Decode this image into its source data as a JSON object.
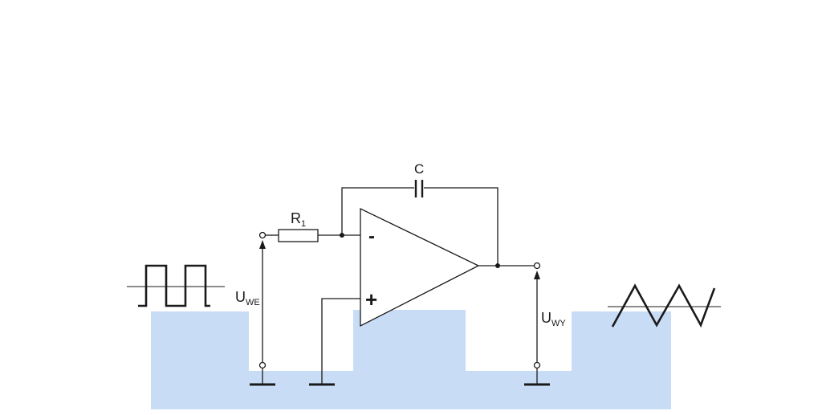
{
  "labels": {
    "capacitor": "C",
    "resistor_main": "R",
    "resistor_sub": "1",
    "input_voltage_main": "U",
    "input_voltage_sub": "WE",
    "output_voltage_main": "U",
    "output_voltage_sub": "WY",
    "inverting_sign": "-",
    "noninverting_sign": "+"
  },
  "colors": {
    "background_shape": "#c9dcf6",
    "line": "#1a1a1a"
  }
}
